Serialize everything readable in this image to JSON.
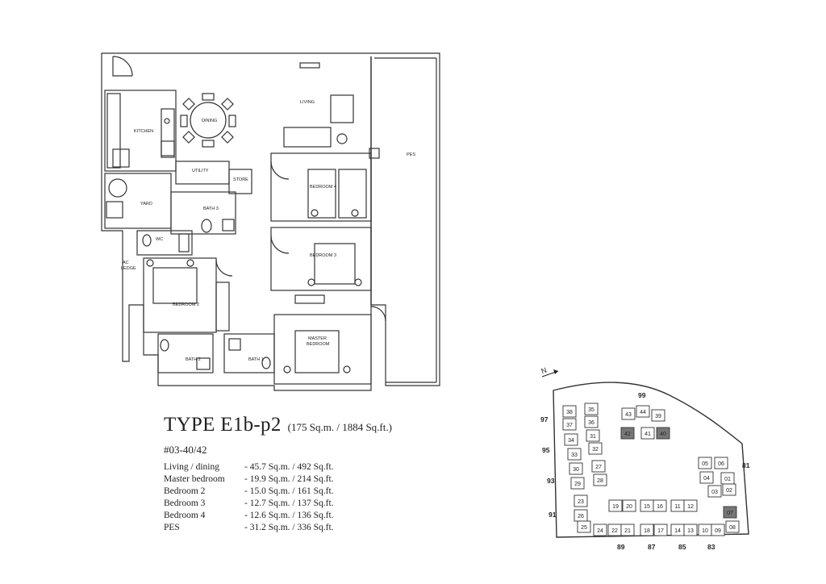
{
  "title": {
    "type": "TYPE E1b-p2",
    "area": "(175 Sq.m. / 1884 Sq.ft.)"
  },
  "unit_numbers": "#03-40/42",
  "areas": [
    {
      "room": "Living / dining",
      "size": "- 45.7 Sq.m. / 492 Sq.ft."
    },
    {
      "room": "Master bedroom",
      "size": "- 19.9 Sq.m. / 214 Sq.ft."
    },
    {
      "room": "Bedroom 2",
      "size": "- 15.0 Sq.m. / 161 Sq.ft."
    },
    {
      "room": "Bedroom 3",
      "size": "- 12.7 Sq.m. / 137 Sq.ft."
    },
    {
      "room": "Bedroom 4",
      "size": "- 12.6 Sq.m. / 136 Sq.ft."
    },
    {
      "room": "PES",
      "size": "- 31.2 Sq.m. / 336 Sq.ft."
    }
  ],
  "floorplan_labels": {
    "living": "LIVING",
    "dining": "DINING",
    "kitchen": "KITCHEN",
    "utility": "UTILITY",
    "store": "STORE",
    "yard": "YARD",
    "bath3": "BATH 3",
    "wc": "WC",
    "ac_ledge_1": "AC",
    "ac_ledge_2": "LEDGE",
    "bedroom4": "BEDROOM 4",
    "bedroom3": "BEDROOM 3",
    "bedroom2": "BEDROOM 2",
    "master_1": "MASTER",
    "master_2": "BEDROOM",
    "bath2": "BATH 2",
    "bath1": "BATH 1",
    "pes": "PES"
  },
  "site_plan": {
    "north": "N",
    "street_numbers": [
      "99",
      "97",
      "95",
      "93",
      "91",
      "89",
      "87",
      "85",
      "83",
      "81"
    ],
    "blocks": [
      "38",
      "35",
      "37",
      "36",
      "34",
      "31",
      "33",
      "32",
      "30",
      "27",
      "29",
      "28",
      "43",
      "44",
      "39",
      "42",
      "41",
      "40",
      "05",
      "06",
      "04",
      "01",
      "03",
      "02",
      "23",
      "19",
      "20",
      "15",
      "16",
      "11",
      "12",
      "07",
      "26",
      "25",
      "24",
      "22",
      "21",
      "18",
      "17",
      "14",
      "13",
      "10",
      "09",
      "08"
    ],
    "highlighted_blocks": [
      "42",
      "40",
      "07"
    ],
    "highlight_color": "#777777"
  }
}
